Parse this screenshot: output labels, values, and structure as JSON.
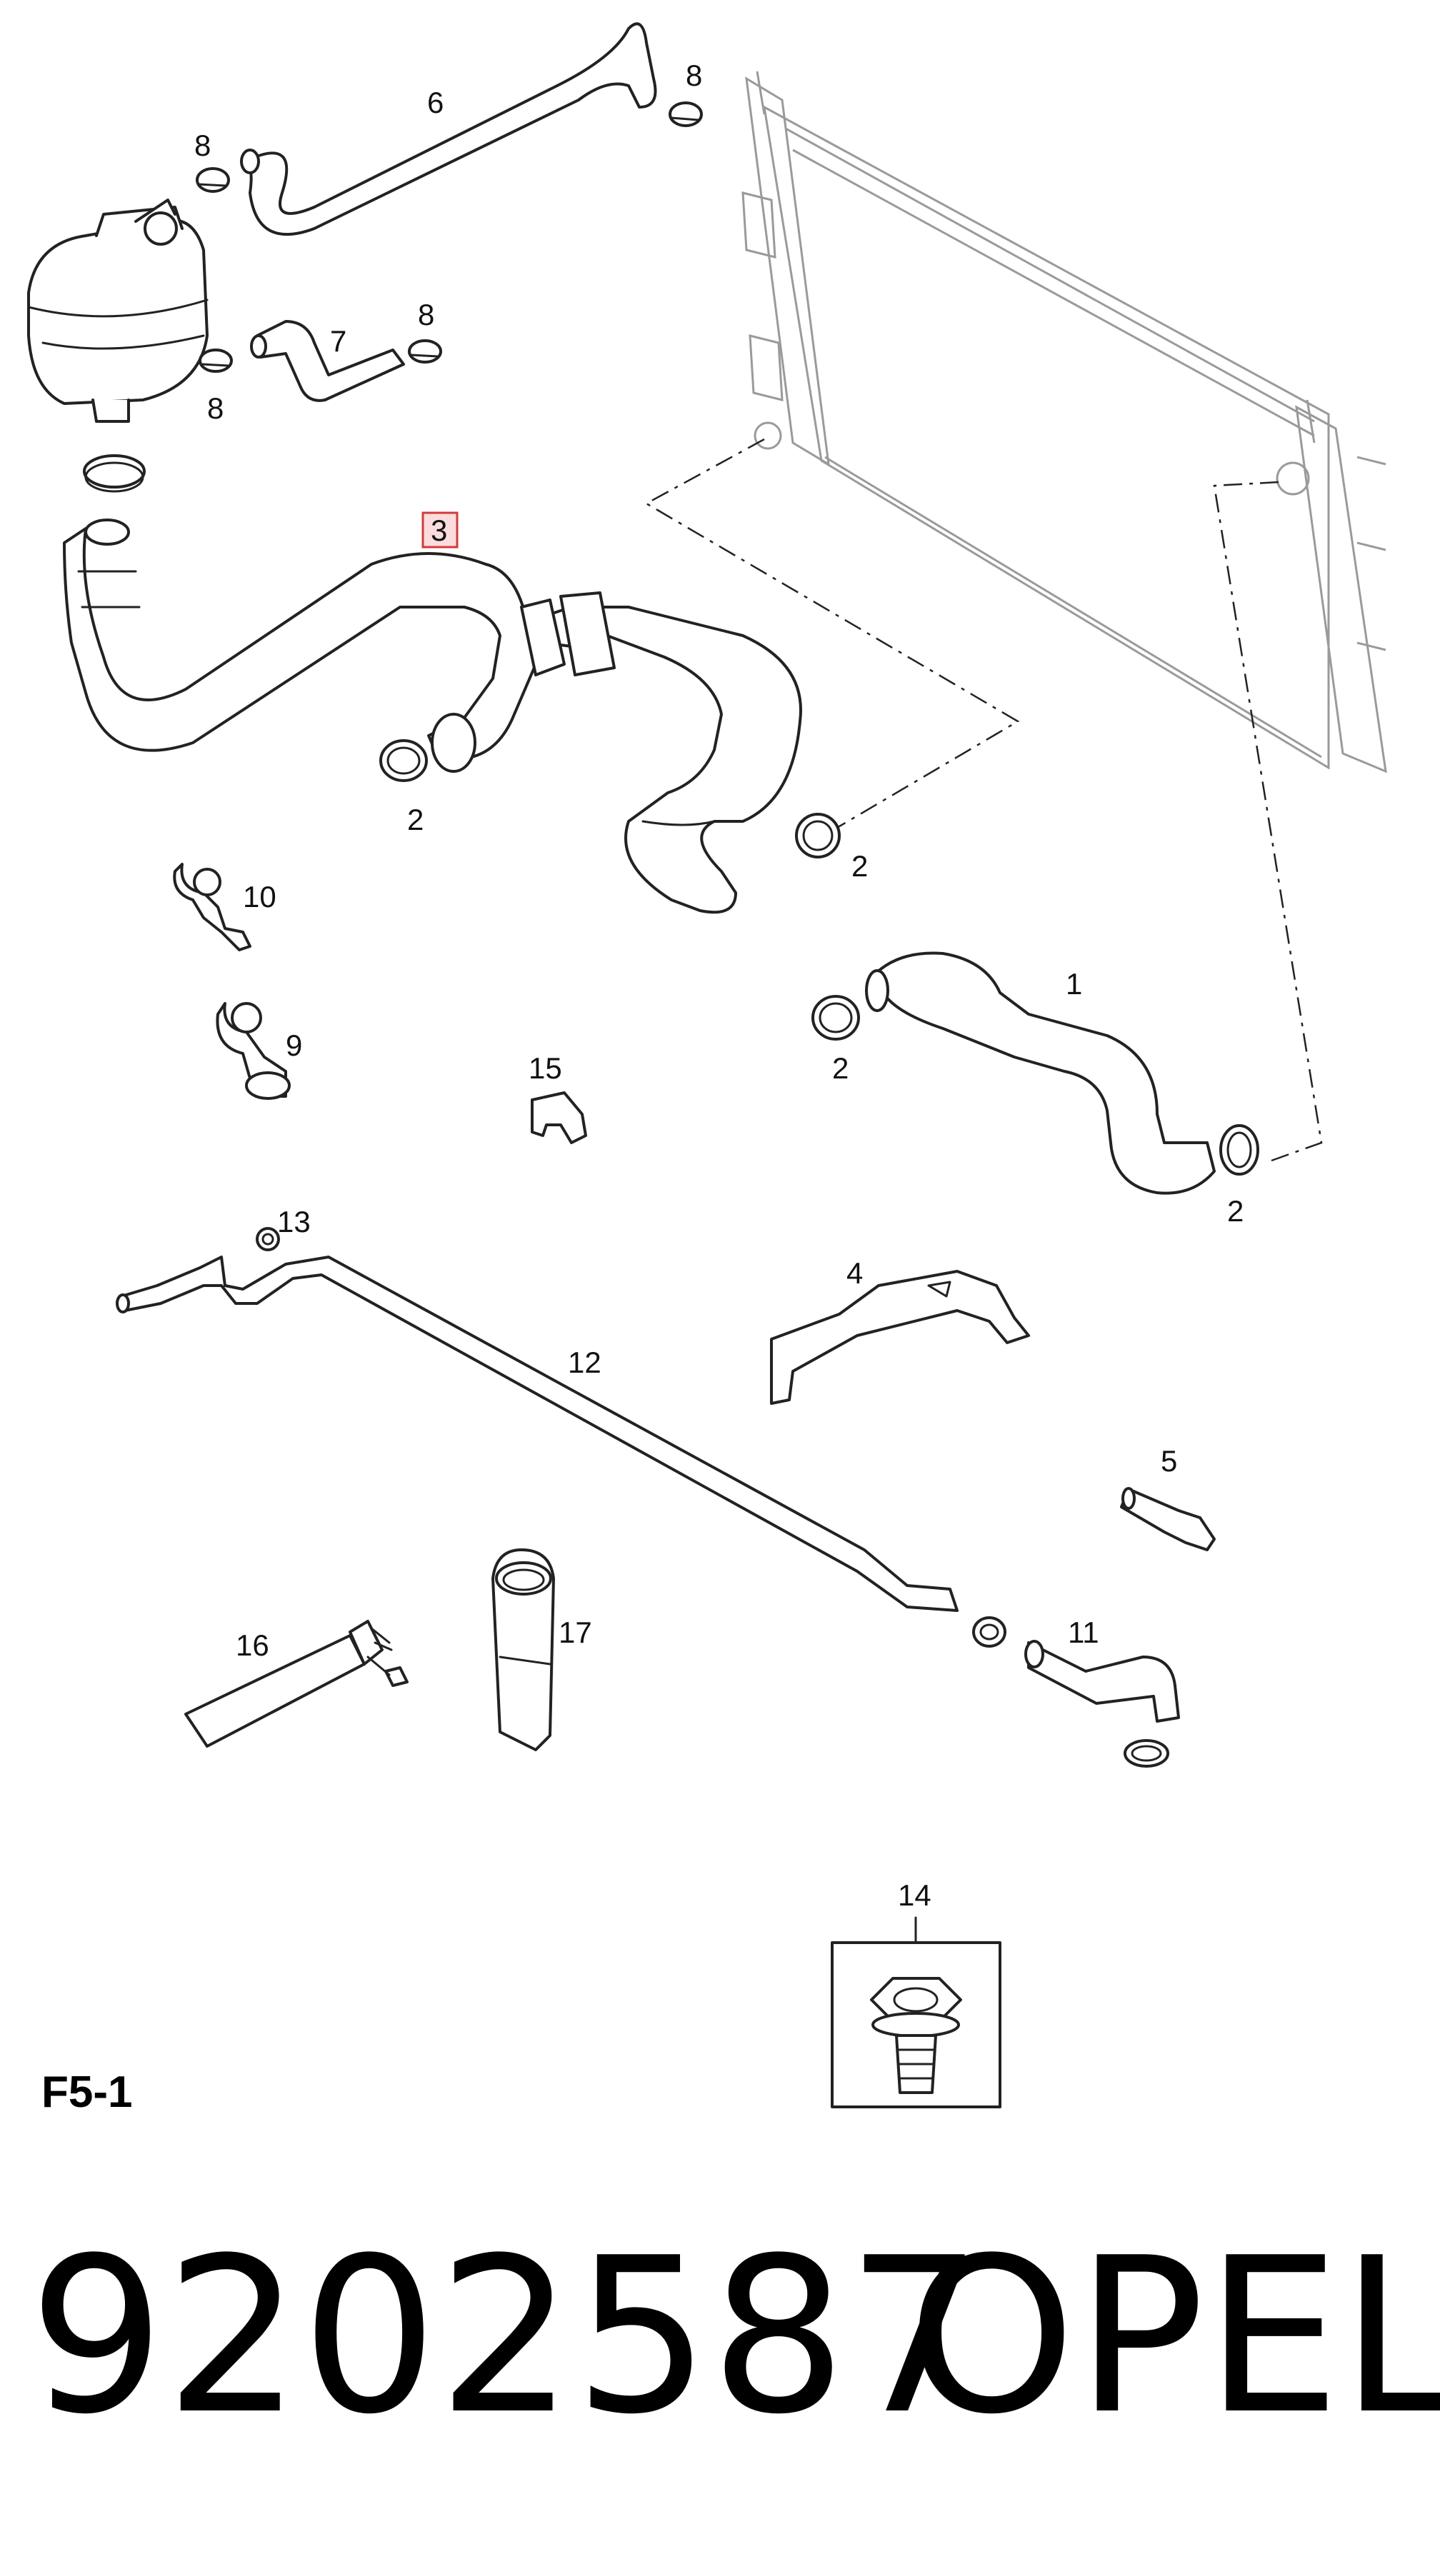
{
  "callouts": {
    "c1": "1",
    "c2a": "2",
    "c2b": "2",
    "c2c": "2",
    "c2d": "2",
    "c3": "3",
    "c4": "4",
    "c5": "5",
    "c6": "6",
    "c7": "7",
    "c8a": "8",
    "c8b": "8",
    "c8c": "8",
    "c8d": "8",
    "c9": "9",
    "c10": "10",
    "c11": "11",
    "c12": "12",
    "c13": "13",
    "c14": "14",
    "c15": "15",
    "c16": "16",
    "c17": "17"
  },
  "highlighted_part": "3",
  "section_label": "F5-1",
  "part_number": "9202587",
  "brand": "OPEL",
  "colors": {
    "highlight_fill": "#fbdcdc",
    "highlight_stroke": "#d33a3a",
    "line": "#222222"
  }
}
